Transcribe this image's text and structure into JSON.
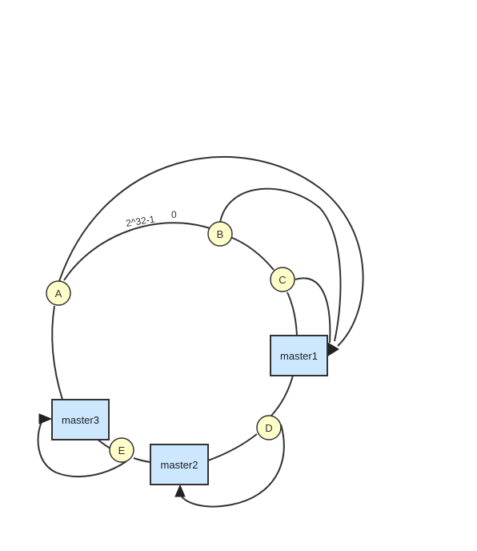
{
  "ring": {
    "boundary_label": "2^32-1",
    "start_label": "0"
  },
  "servers": {
    "master1": "master1",
    "master2": "master2",
    "master3": "master3"
  },
  "keys": {
    "a": "A",
    "b": "B",
    "c": "C",
    "d": "D",
    "e": "E"
  },
  "colors": {
    "key_fill": "#fffdc8",
    "server_fill": "#cde7ff",
    "stroke": "#333333"
  }
}
